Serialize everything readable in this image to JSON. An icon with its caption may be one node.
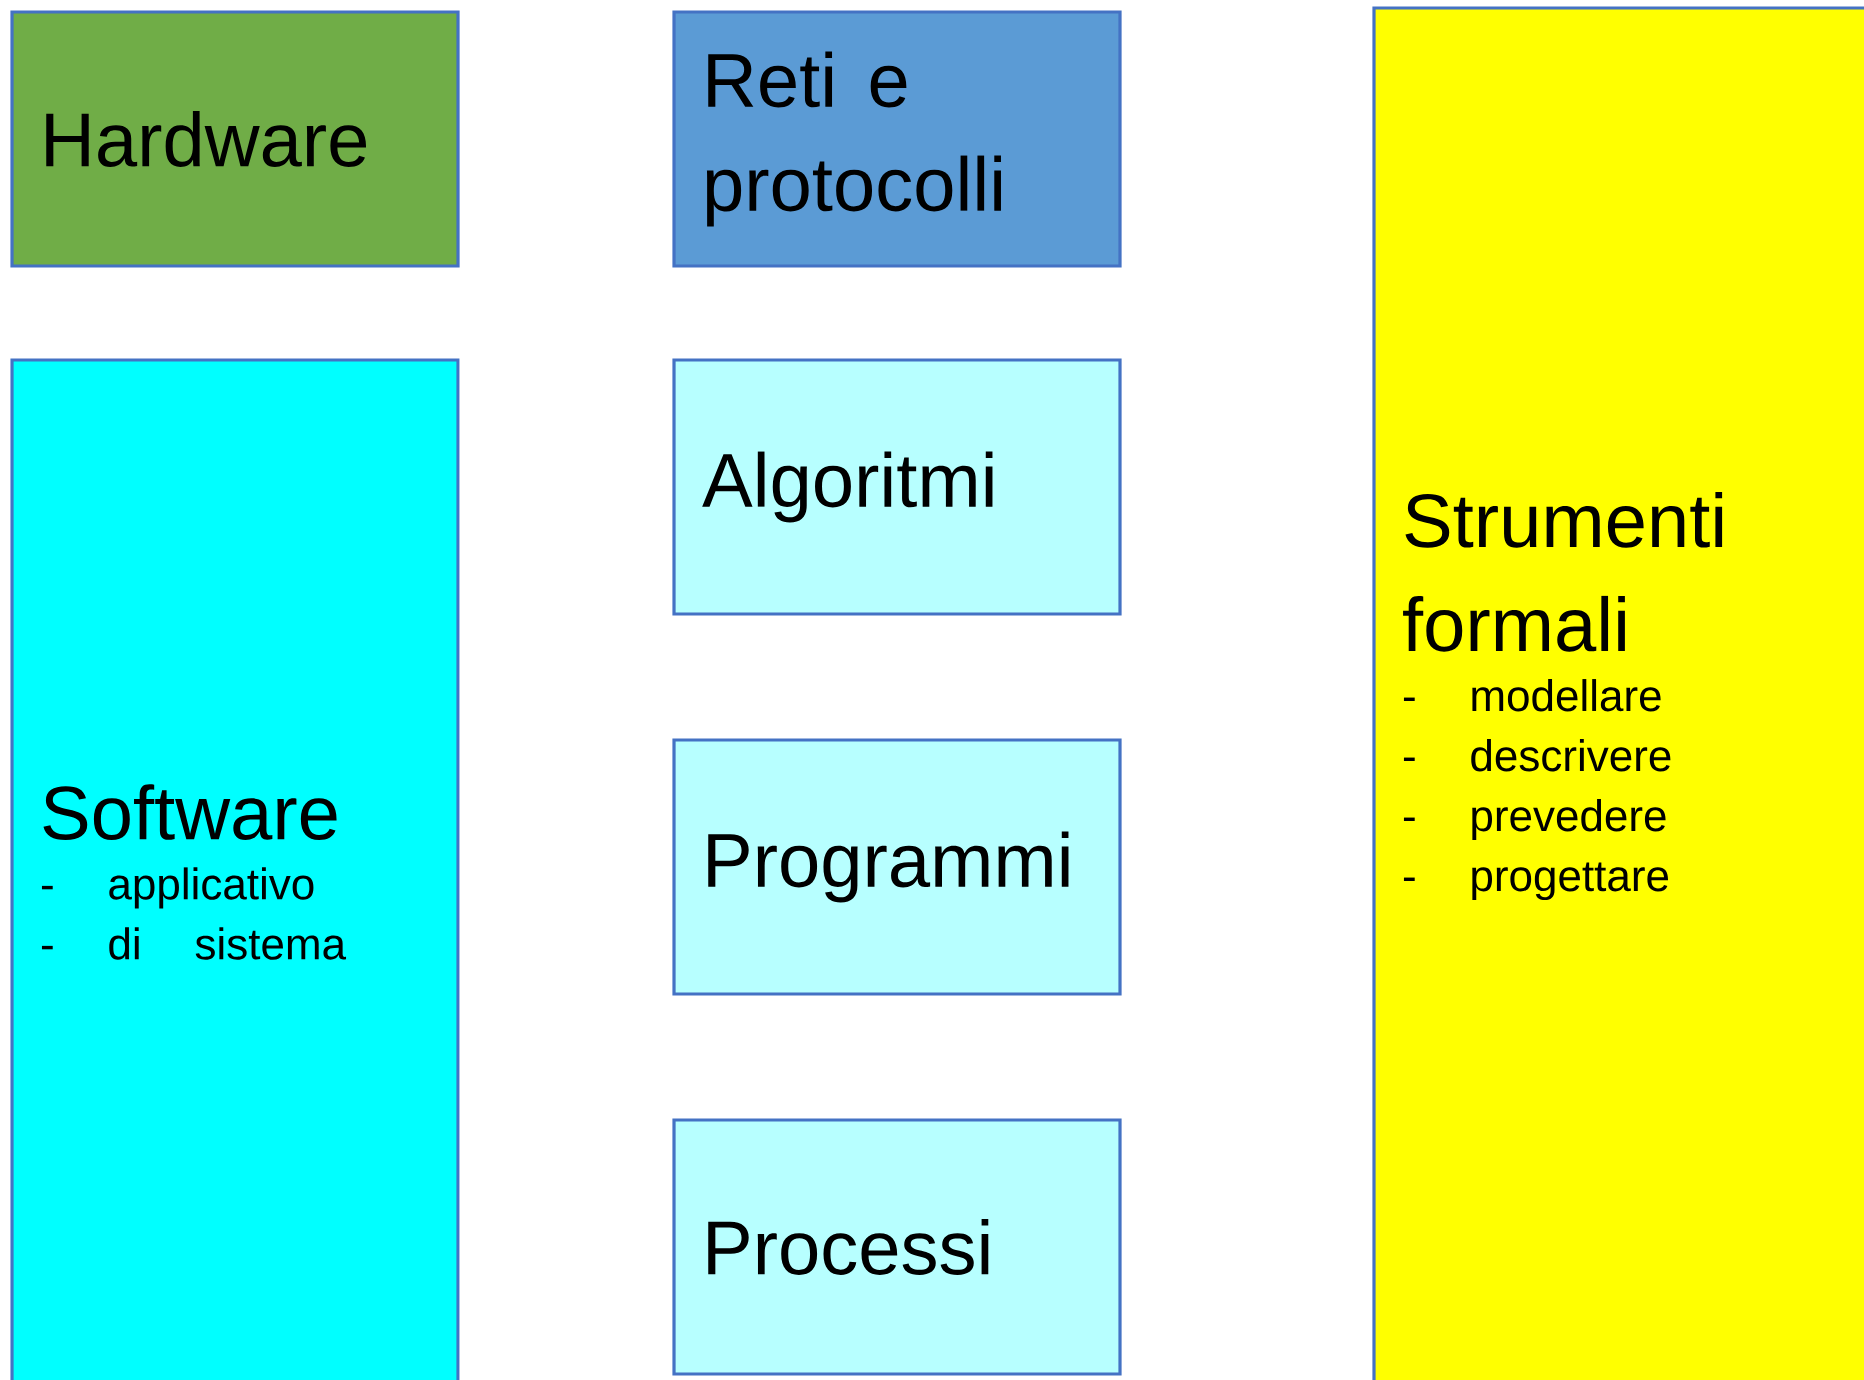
{
  "diagram": {
    "nodes": [
      {
        "text": [
          "Hardware"
        ]
      },
      {
        "text": [
          "Reti e protocolli"
        ]
      },
      {
        "text": [
          "Strumenti formali",
          "- modellare",
          "- descrivere",
          "- prevedere",
          "- progettare"
        ]
      },
      {
        "text": [
          "Software",
          "- applicativo",
          "- di sistema"
        ]
      },
      {
        "text": [
          "Algoritmi"
        ]
      },
      {
        "text": [
          "Programmi"
        ]
      },
      {
        "text": [
          "Processi"
        ]
      }
    ]
  }
}
